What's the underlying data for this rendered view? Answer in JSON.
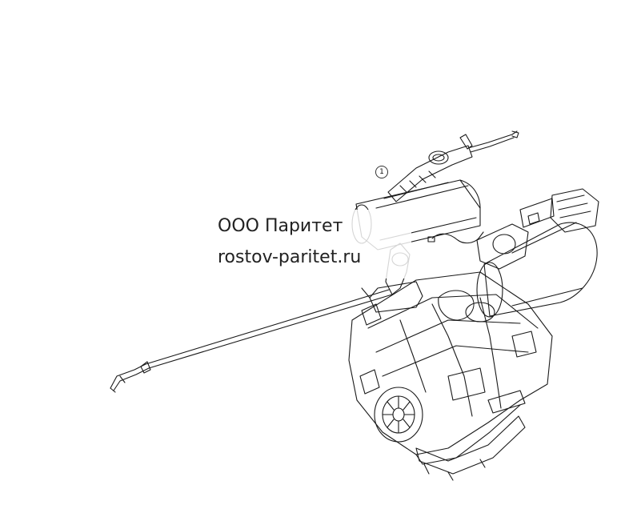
{
  "callout": {
    "label": "1"
  },
  "watermark": {
    "line1": "ООО Паритет",
    "line2": "rostov-paritet.ru"
  },
  "colors": {
    "line": "#1a1a1a",
    "background": "#ffffff"
  }
}
